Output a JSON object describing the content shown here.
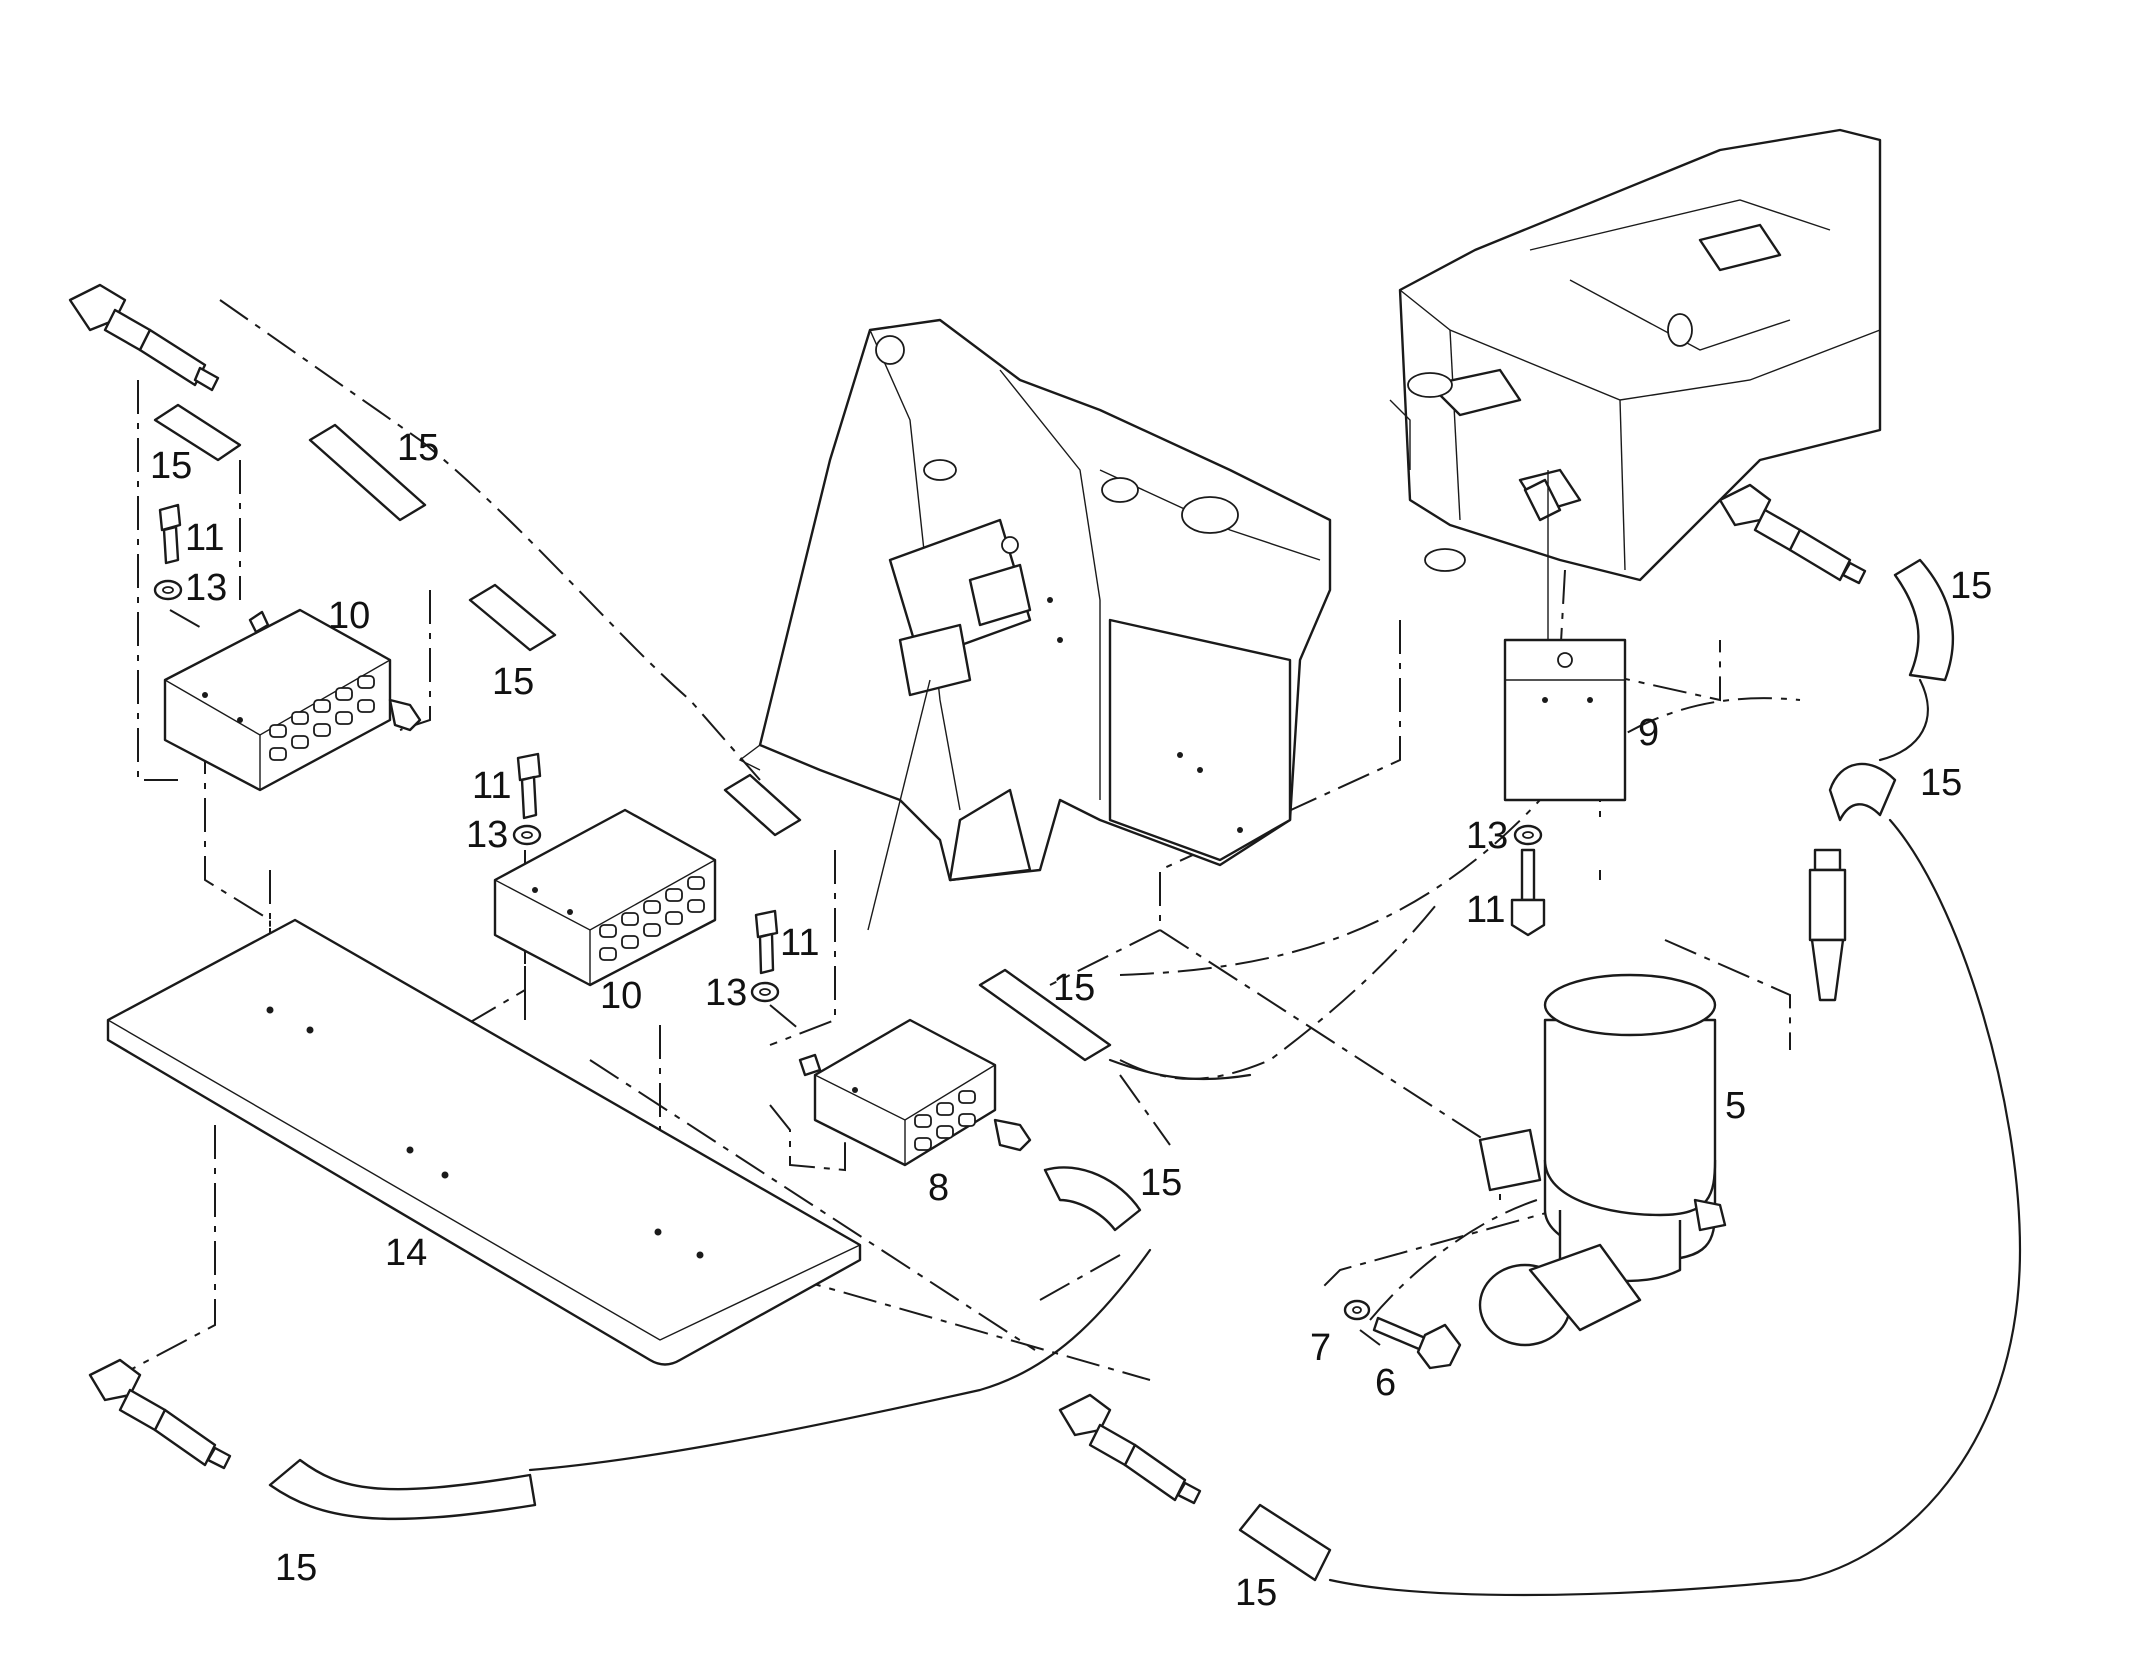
{
  "callouts": {
    "c5": "5",
    "c6": "6",
    "c7": "7",
    "c8": "8",
    "c9": "9",
    "c10a": "10",
    "c10b": "10",
    "c11a": "11",
    "c11b": "11",
    "c11c": "11",
    "c11d": "11",
    "c13a": "13",
    "c13b": "13",
    "c13c": "13",
    "c13d": "13",
    "c14": "14",
    "c15a": "15",
    "c15b": "15",
    "c15c": "15",
    "c15d": "15",
    "c15e": "15",
    "c15f": "15",
    "c15g": "15",
    "c15h": "15",
    "c15i": "15"
  },
  "colors": {
    "line": "#1a1a1a",
    "background": "#ffffff"
  }
}
